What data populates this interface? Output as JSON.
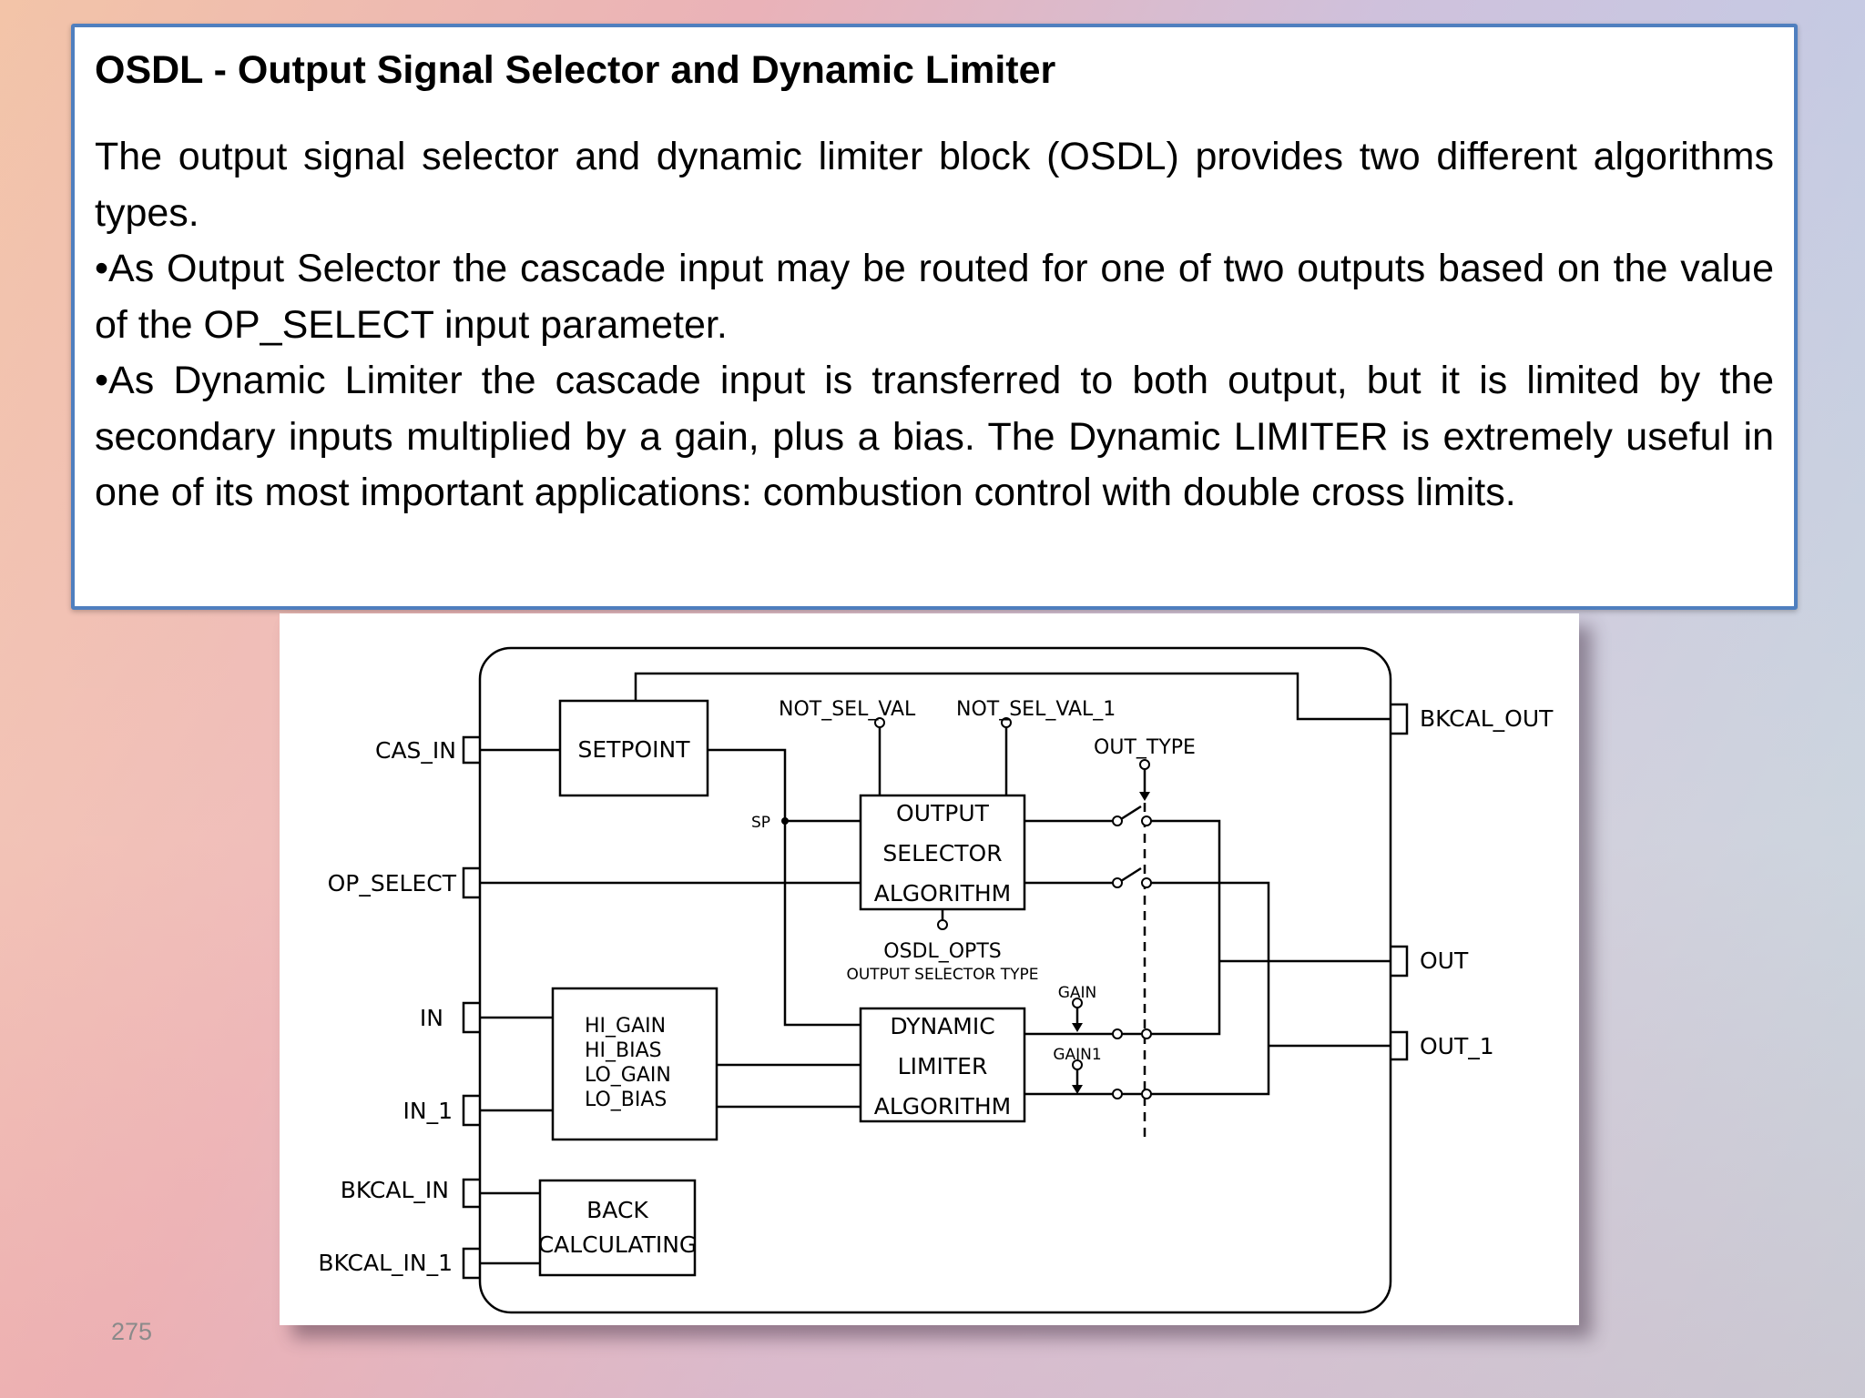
{
  "slide": {
    "title": "OSDL - Output Signal Selector and Dynamic Limiter",
    "paragraph1": "The output signal selector and dynamic limiter block (OSDL) provides two different algorithms types.",
    "bullet1": "•As Output Selector the cascade input may be routed for one of two outputs based on the value of the OP_SELECT input parameter.",
    "bullet2": "•As Dynamic Limiter the cascade input is transferred to both output, but it is limited by the secondary inputs multiplied by a gain, plus a bias. The Dynamic LIMITER is extremely useful in one of its most important applications: combustion control with double cross limits.",
    "page_number": "275"
  },
  "diagram": {
    "inputs": {
      "cas_in": "CAS_IN",
      "op_select": "OP_SELECT",
      "in": "IN",
      "in_1": "IN_1",
      "bkcal_in": "BKCAL_IN",
      "bkcal_in_1": "BKCAL_IN_1"
    },
    "outputs": {
      "bkcal_out": "BKCAL_OUT",
      "out": "OUT",
      "out_1": "OUT_1"
    },
    "blocks": {
      "setpoint": "SETPOINT",
      "output_selector": [
        "OUTPUT",
        "SELECTOR",
        "ALGORITHM"
      ],
      "dynamic_limiter": [
        "DYNAMIC",
        "LIMITER",
        "ALGORITHM"
      ],
      "limits": [
        "HI_GAIN",
        "HI_BIAS",
        "LO_GAIN",
        "LO_BIAS"
      ],
      "back_calculating": [
        "BACK",
        "CALCULATING"
      ]
    },
    "params": {
      "not_sel_val": "NOT_SEL_VAL",
      "not_sel_val_1": "NOT_SEL_VAL_1",
      "out_type": "OUT_TYPE",
      "sp": "SP",
      "osdl_opts": "OSDL_OPTS",
      "output_selector_type": "OUTPUT SELECTOR TYPE",
      "gain": "GAIN",
      "gain1": "GAIN1"
    }
  }
}
